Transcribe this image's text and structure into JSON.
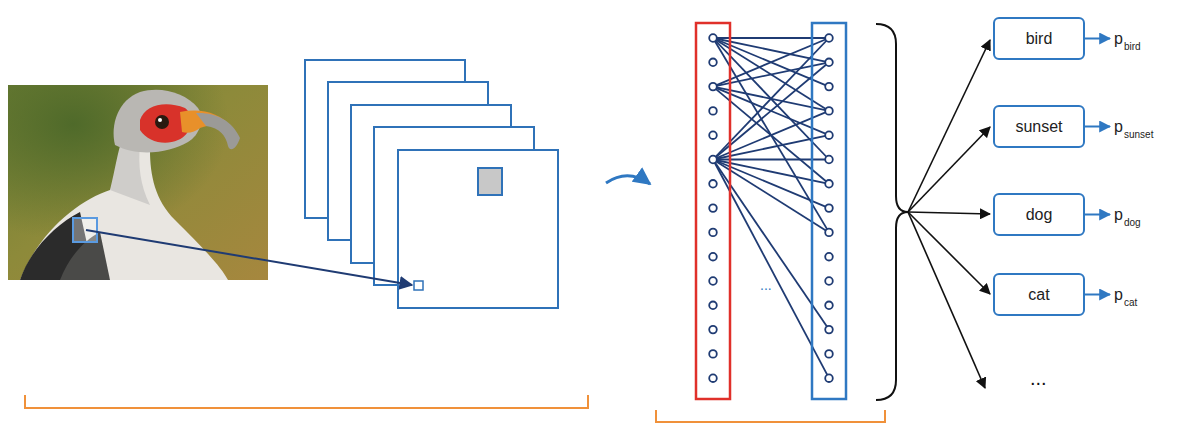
{
  "diagram": {
    "nodes": [
      {
        "text": [
          "bird"
        ]
      },
      {
        "text": [
          "sunset"
        ]
      },
      {
        "text": [
          "dog"
        ]
      },
      {
        "text": [
          "cat"
        ]
      }
    ],
    "labels": [
      "...",
      "p",
      "bird",
      "p",
      "sunset",
      "p",
      "dog",
      "p",
      "cat",
      "..."
    ]
  }
}
